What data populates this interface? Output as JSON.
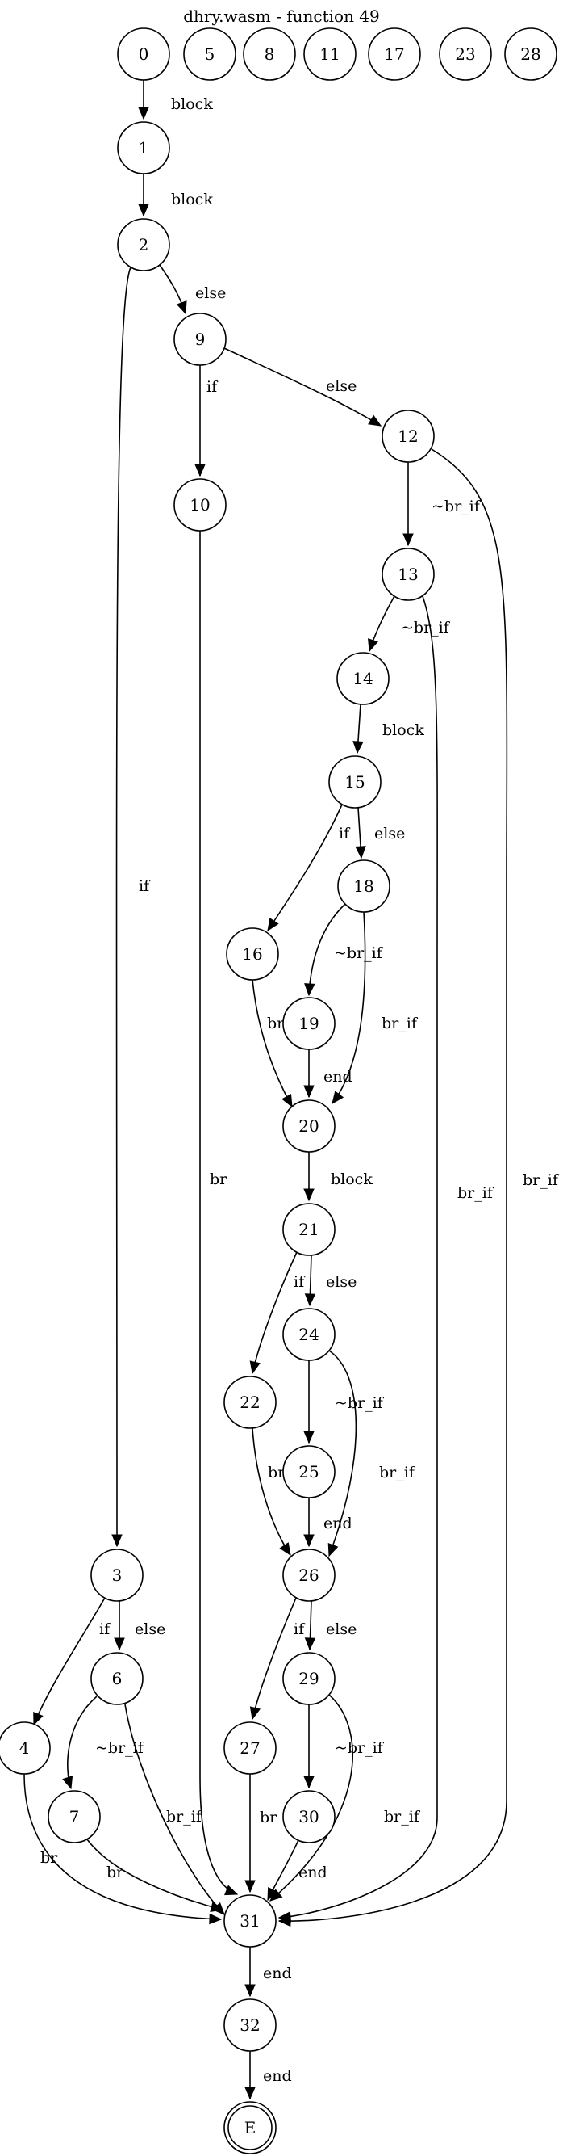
{
  "title": "dhry.wasm - function 49",
  "nodes": [
    {
      "id": "0",
      "label": "0"
    },
    {
      "id": "5",
      "label": "5"
    },
    {
      "id": "8",
      "label": "8"
    },
    {
      "id": "11",
      "label": "11"
    },
    {
      "id": "17",
      "label": "17"
    },
    {
      "id": "23",
      "label": "23"
    },
    {
      "id": "28",
      "label": "28"
    },
    {
      "id": "1",
      "label": "1"
    },
    {
      "id": "2",
      "label": "2"
    },
    {
      "id": "9",
      "label": "9"
    },
    {
      "id": "12",
      "label": "12"
    },
    {
      "id": "10",
      "label": "10"
    },
    {
      "id": "13",
      "label": "13"
    },
    {
      "id": "14",
      "label": "14"
    },
    {
      "id": "15",
      "label": "15"
    },
    {
      "id": "18",
      "label": "18"
    },
    {
      "id": "16",
      "label": "16"
    },
    {
      "id": "19",
      "label": "19"
    },
    {
      "id": "20",
      "label": "20"
    },
    {
      "id": "21",
      "label": "21"
    },
    {
      "id": "24",
      "label": "24"
    },
    {
      "id": "22",
      "label": "22"
    },
    {
      "id": "25",
      "label": "25"
    },
    {
      "id": "26",
      "label": "26"
    },
    {
      "id": "3",
      "label": "3"
    },
    {
      "id": "6",
      "label": "6"
    },
    {
      "id": "29",
      "label": "29"
    },
    {
      "id": "4",
      "label": "4"
    },
    {
      "id": "7",
      "label": "7"
    },
    {
      "id": "27",
      "label": "27"
    },
    {
      "id": "30",
      "label": "30"
    },
    {
      "id": "31",
      "label": "31"
    },
    {
      "id": "32",
      "label": "32"
    },
    {
      "id": "E",
      "label": "E",
      "final": true
    }
  ],
  "edges": [
    {
      "from": "0",
      "to": "1",
      "label": "block"
    },
    {
      "from": "1",
      "to": "2",
      "label": "block"
    },
    {
      "from": "2",
      "to": "9",
      "label": "else"
    },
    {
      "from": "2",
      "to": "3",
      "label": "if"
    },
    {
      "from": "9",
      "to": "10",
      "label": "if"
    },
    {
      "from": "9",
      "to": "12",
      "label": "else"
    },
    {
      "from": "12",
      "to": "13",
      "label": "~br_if"
    },
    {
      "from": "12",
      "to": "31",
      "label": "br_if"
    },
    {
      "from": "10",
      "to": "31",
      "label": "br"
    },
    {
      "from": "13",
      "to": "14",
      "label": "~br_if"
    },
    {
      "from": "13",
      "to": "31",
      "label": "br_if"
    },
    {
      "from": "14",
      "to": "15",
      "label": "block"
    },
    {
      "from": "15",
      "to": "16",
      "label": "if"
    },
    {
      "from": "15",
      "to": "18",
      "label": "else"
    },
    {
      "from": "18",
      "to": "19",
      "label": "~br_if"
    },
    {
      "from": "18",
      "to": "20",
      "label": "br_if"
    },
    {
      "from": "16",
      "to": "20",
      "label": "br"
    },
    {
      "from": "19",
      "to": "20",
      "label": "end"
    },
    {
      "from": "20",
      "to": "21",
      "label": "block"
    },
    {
      "from": "21",
      "to": "22",
      "label": "if"
    },
    {
      "from": "21",
      "to": "24",
      "label": "else"
    },
    {
      "from": "24",
      "to": "25",
      "label": "~br_if"
    },
    {
      "from": "24",
      "to": "26",
      "label": "br_if"
    },
    {
      "from": "22",
      "to": "26",
      "label": "br"
    },
    {
      "from": "25",
      "to": "26",
      "label": "end"
    },
    {
      "from": "26",
      "to": "27",
      "label": "if"
    },
    {
      "from": "26",
      "to": "29",
      "label": "else"
    },
    {
      "from": "3",
      "to": "4",
      "label": "if"
    },
    {
      "from": "3",
      "to": "6",
      "label": "else"
    },
    {
      "from": "6",
      "to": "7",
      "label": "~br_if"
    },
    {
      "from": "6",
      "to": "31",
      "label": "br_if"
    },
    {
      "from": "29",
      "to": "30",
      "label": "~br_if"
    },
    {
      "from": "29",
      "to": "31",
      "label": "br_if"
    },
    {
      "from": "4",
      "to": "31",
      "label": "br"
    },
    {
      "from": "7",
      "to": "31",
      "label": "br"
    },
    {
      "from": "27",
      "to": "31",
      "label": "br"
    },
    {
      "from": "30",
      "to": "31",
      "label": "end"
    },
    {
      "from": "31",
      "to": "32",
      "label": "end"
    },
    {
      "from": "32",
      "to": "E",
      "label": "end"
    }
  ]
}
